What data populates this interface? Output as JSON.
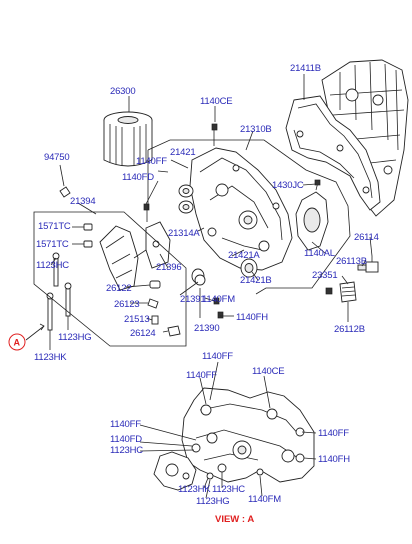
{
  "labels": {
    "p21411B": "21411B",
    "p26300": "26300",
    "p1140CE_top": "1140CE",
    "p21310B": "21310B",
    "p94750": "94750",
    "p1140FF_top": "1140FF",
    "p1140FD_top": "1140FD",
    "p21421": "21421",
    "p21394": "21394",
    "p1571TC_a": "1571TC",
    "p1571TC_b": "1571TC",
    "p1430JC": "1430JC",
    "p21314A": "21314A",
    "p21421A": "21421A",
    "p21396": "21396",
    "p1123HC_left": "1123HC",
    "p1140AL": "1140AL",
    "p26114": "26114",
    "p26113B": "26113B",
    "p21421B": "21421B",
    "p23351": "23351",
    "p26122": "26122",
    "p21391": "21391",
    "p1140FM_top": "1140FM",
    "p26123": "26123",
    "p21513": "21513",
    "p1140FH_top": "1140FH",
    "p1123HG_left": "1123HG",
    "p21390": "21390",
    "p26124": "26124",
    "p1123HK_left": "1123HK",
    "p26112B": "26112B",
    "v1140FF_t": "1140FF",
    "v1140FF_tl": "1140FF",
    "v1140CE": "1140CE",
    "v1140FF_l": "1140FF",
    "v1140FF_r": "1140FF",
    "v1140FD": "1140FD",
    "v1123HC_l": "1123HC",
    "v1140FH": "1140FH",
    "v1123HK": "1123HK",
    "v1123HC_b": "1123HC",
    "v1123HG": "1123HG",
    "v1140FM": "1140FM"
  },
  "view_label": "VIEW : A",
  "view_marker": "A",
  "colors": {
    "label": "#2b2bb8",
    "view": "#e02020",
    "line": "#222222"
  }
}
